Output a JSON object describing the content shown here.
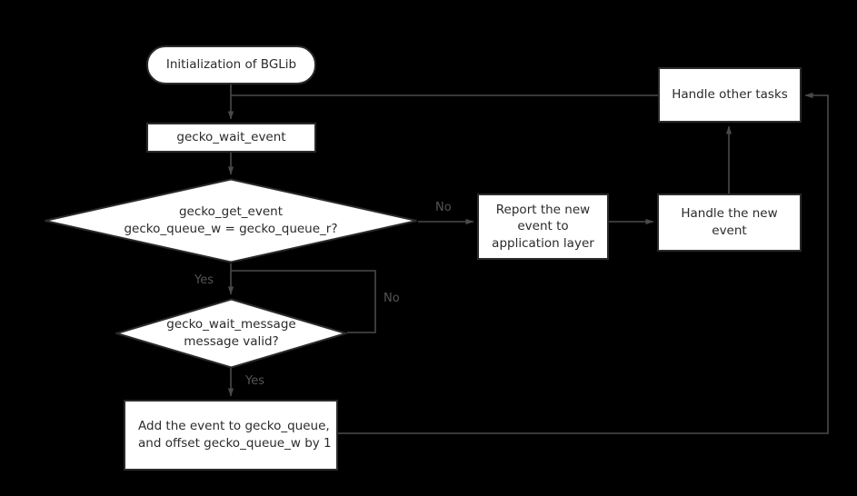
{
  "diagram": {
    "title": "BGLib event loop flowchart",
    "background_color": "#000000",
    "node_fill": "#ffffff",
    "node_stroke": "#2b2b2b",
    "edge_color": "#4a4a4a",
    "label_color": "#545454",
    "nodes": {
      "start": {
        "label": "Initialization of BGLib",
        "shape": "rounded-rectangle"
      },
      "wait_event": {
        "label": "gecko_wait_event",
        "shape": "rectangle"
      },
      "get_event": {
        "label": "gecko_get_event\ngecko_queue_w = gecko_queue_r?",
        "shape": "diamond"
      },
      "report_event": {
        "label": "Report the new\nevent to\napplication layer",
        "shape": "rectangle"
      },
      "handle_event": {
        "label": "Handle the new\nevent",
        "shape": "rectangle"
      },
      "handle_other": {
        "label": "Handle other tasks",
        "shape": "rectangle"
      },
      "wait_message": {
        "label": "gecko_wait_message\nmessage valid?",
        "shape": "diamond"
      },
      "add_event": {
        "label": "Add the event to gecko_queue,\nand offset  gecko_queue_w by 1",
        "shape": "rectangle"
      }
    },
    "edge_labels": {
      "get_event_no": "No",
      "get_event_yes": "Yes",
      "wait_message_no": "No",
      "wait_message_yes": "Yes"
    }
  }
}
